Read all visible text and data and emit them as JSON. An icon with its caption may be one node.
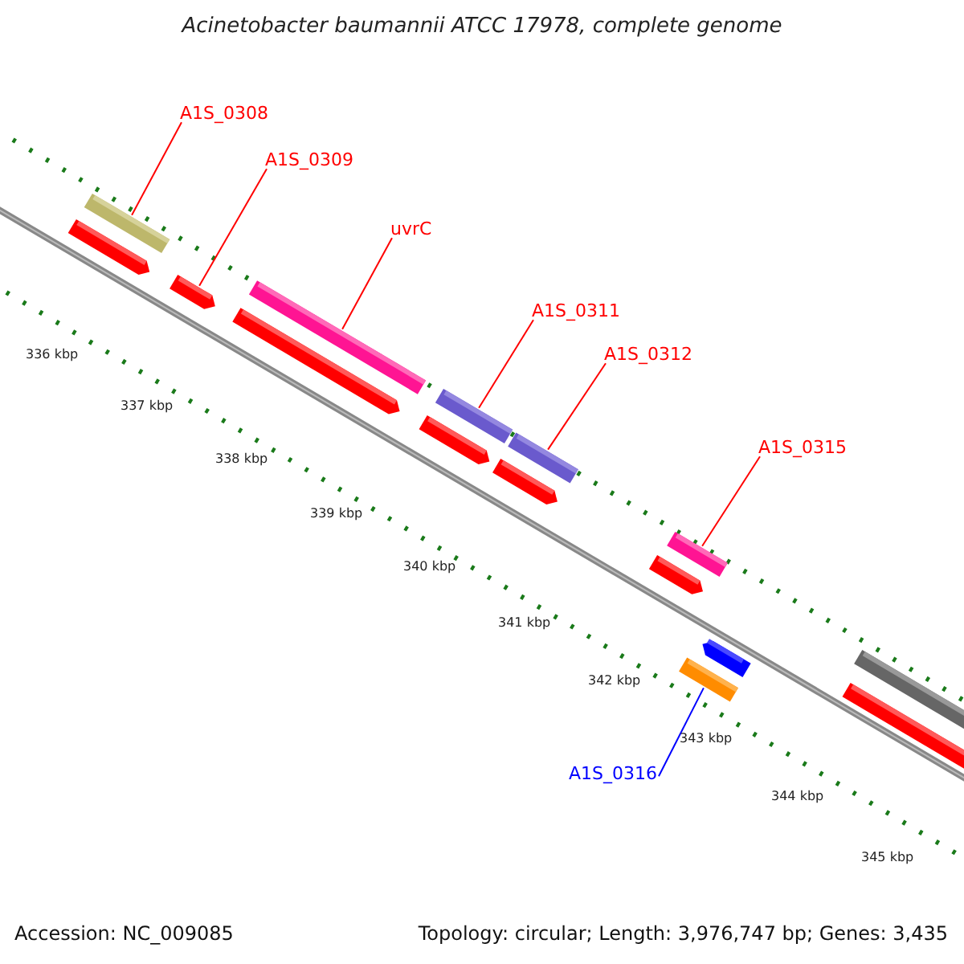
{
  "diagram": {
    "title": "Acinetobacter baumannii ATCC 17978, complete genome",
    "nodes": [
      {
        "text": [
          "A1S_0308"
        ]
      },
      {
        "text": [],
        "shape": "bar"
      },
      {
        "text": [
          "A1S_0309"
        ]
      },
      {
        "text": [],
        "shape": "bar"
      },
      {
        "text": [
          "uvrC"
        ]
      },
      {
        "text": [],
        "shape": "bar"
      },
      {
        "text": [
          "A1S_0311"
        ]
      },
      {
        "text": [],
        "shape": "bar"
      },
      {
        "text": [
          "A1S_0312"
        ]
      },
      {
        "text": [],
        "shape": "bar"
      },
      {
        "text": [
          "A1S_0315"
        ]
      },
      {
        "text": [],
        "shape": "bar"
      },
      {
        "text": [
          "A1S_0316"
        ]
      },
      {
        "text": [],
        "shape": "bar"
      }
    ],
    "edges": [
      {
        "from": 0,
        "to": 1,
        "arrow": "none"
      },
      {
        "from": 2,
        "to": 3,
        "arrow": "none"
      },
      {
        "from": 4,
        "to": 5,
        "arrow": "none"
      },
      {
        "from": 6,
        "to": 7,
        "arrow": "none"
      },
      {
        "from": 8,
        "to": 9,
        "arrow": "none"
      },
      {
        "from": 10,
        "to": 11,
        "arrow": "none"
      },
      {
        "from": 12,
        "to": 13,
        "arrow": "none",
        "color": "#0000ff"
      }
    ],
    "labels": [
      "336 kbp",
      "337 kbp",
      "338 kbp",
      "339 kbp",
      "340 kbp",
      "341 kbp",
      "342 kbp",
      "343 kbp",
      "344 kbp",
      "345 kbp",
      "Accession: NC_009085",
      "Topology: circular; Length: 3,976,747 bp; Genes: 3,435"
    ]
  }
}
